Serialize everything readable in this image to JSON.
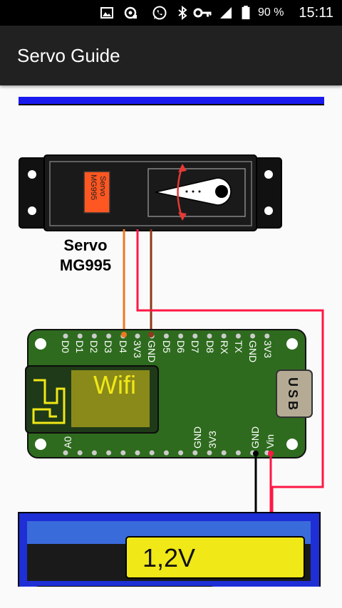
{
  "status_bar": {
    "battery_percent": "90 %",
    "time": "15:11",
    "icons": [
      "image-icon",
      "sync-icon",
      "whatsapp-icon",
      "bluetooth-icon",
      "key-icon",
      "signal-icon",
      "battery-icon"
    ]
  },
  "app_bar": {
    "title": "Servo Guide"
  },
  "diagram": {
    "servo_label_line1": "Servo",
    "servo_label_line2": "MG995",
    "servo_sticker_line1": "Servo",
    "servo_sticker_line2": "MG995",
    "board_wifi_label": "Wifi",
    "usb_label": "USB",
    "top_pins": [
      "D0",
      "D1",
      "D2",
      "D3",
      "D4",
      "3V3",
      "GND",
      "D5",
      "D6",
      "D7",
      "D8",
      "RX",
      "TX",
      "GND",
      "3V3"
    ],
    "bottom_pins": [
      "A0",
      "GND",
      "3V3",
      "GND",
      "Vin"
    ],
    "battery_label": "1,2V",
    "colors": {
      "board_green": "#2e6b1e",
      "wire_orange": "#f07820",
      "wire_brown": "#8b3a1a",
      "wire_red": "#ff1744",
      "battery_blue": "#1e2fd6",
      "battery_yellow": "#f0e817",
      "wifi_module": "#8a8a1a"
    }
  }
}
